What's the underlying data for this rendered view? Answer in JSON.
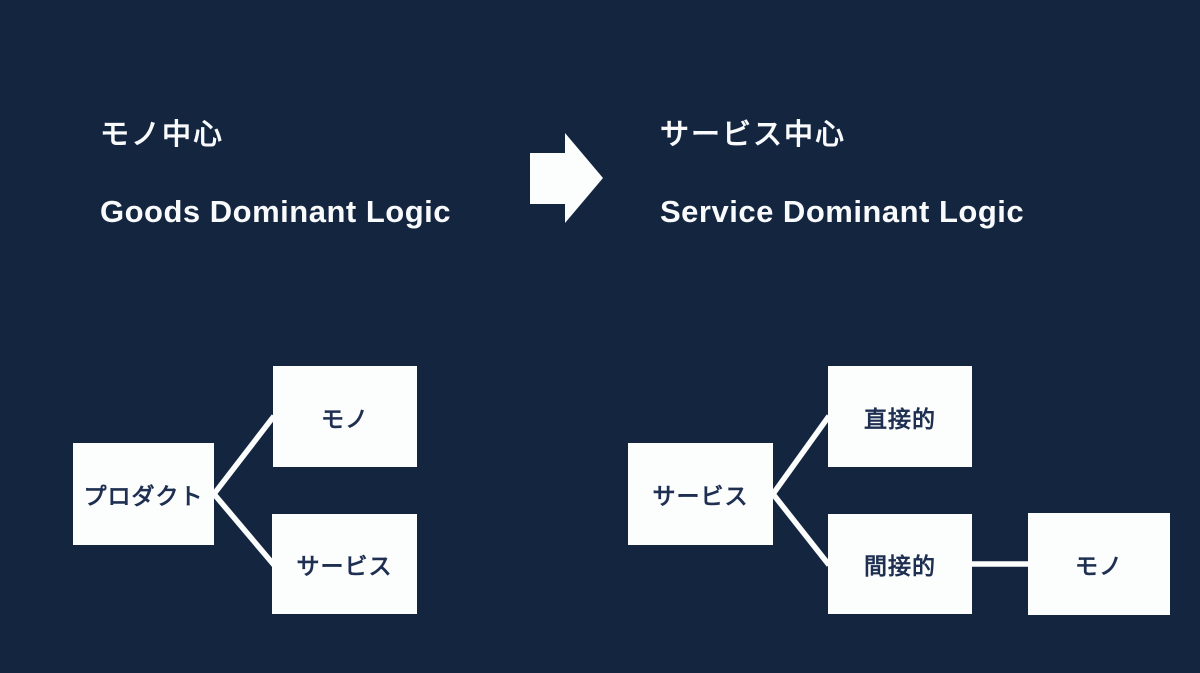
{
  "slide": {
    "background_color": "#142540",
    "box_fill_color": "#FCFDFD",
    "box_text_color": "#1E2F52",
    "heading_text_color": "#F8FAFB"
  },
  "left_section": {
    "title_jp": "モノ中心",
    "title_en": "Goods Dominant Logic",
    "root_label": "プロダクト",
    "top_child_label": "モノ",
    "bottom_child_label": "サービス"
  },
  "right_section": {
    "title_jp": "サービス中心",
    "title_en": "Service Dominant Logic",
    "root_label": "サービス",
    "top_child_label": "直接的",
    "bottom_child_label": "間接的",
    "grandchild_label": "モノ"
  },
  "icons": {
    "arrow": "right-block-arrow"
  }
}
